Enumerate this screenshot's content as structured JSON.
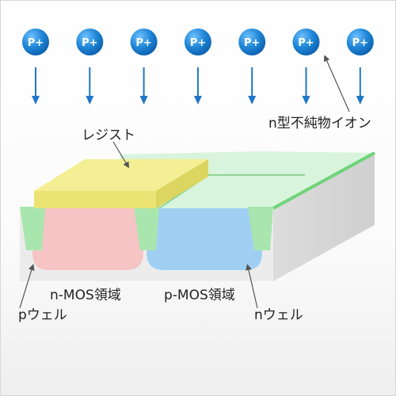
{
  "ions": {
    "label": "P+",
    "count": 7,
    "fill_color": "#1f86d6",
    "arrow_color": "#2076c9"
  },
  "labels": {
    "resist": "レジスト",
    "impurity_ions": "n型不純物イオン",
    "nmos_region": "n-MOS領域",
    "pmos_region": "p-MOS領域",
    "p_well": "pウェル",
    "n_well": "nウェル"
  },
  "colors": {
    "resist_top": "#f4ef95",
    "resist_front": "#ebe474",
    "p_well": "#f6c4c4",
    "n_well": "#9fd0f4",
    "isolation": "#a8e6ae",
    "green_surface": "#d9f4dc",
    "substrate": "#e9e9e9"
  }
}
